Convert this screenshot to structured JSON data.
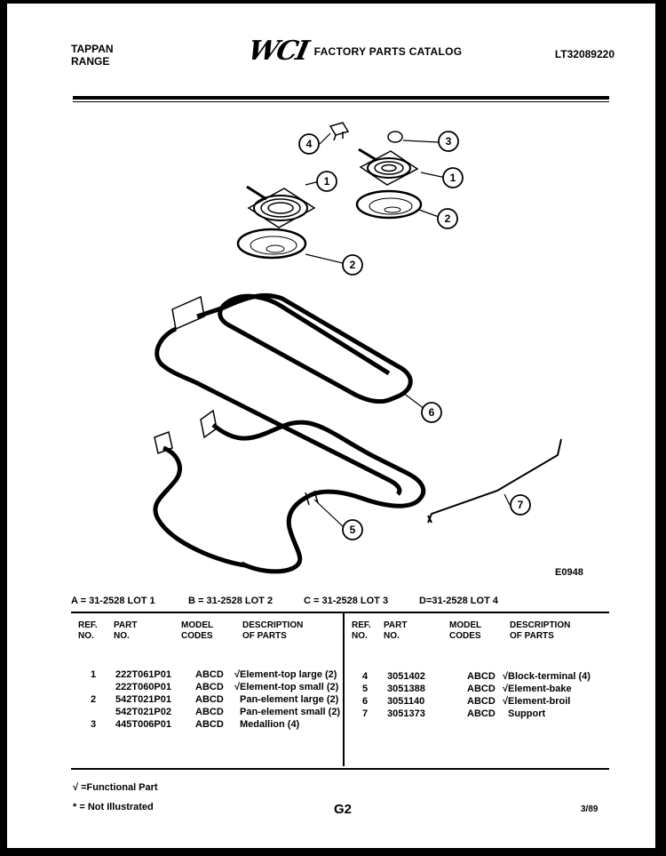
{
  "header": {
    "brand_line1": "TAPPAN",
    "brand_line2": "RANGE",
    "logo_text": "WCI",
    "catalog_title": "FACTORY PARTS CATALOG",
    "model_code": "LT32089220"
  },
  "diagram": {
    "callouts": [
      "1",
      "1",
      "2",
      "2",
      "3",
      "4",
      "5",
      "6",
      "7"
    ],
    "diagram_id": "E0948"
  },
  "lots": [
    {
      "letter": "A",
      "text": "A = 31-2528 LOT 1"
    },
    {
      "letter": "B",
      "text": "B = 31-2528 LOT 2"
    },
    {
      "letter": "C",
      "text": "C = 31-2528 LOT 3"
    },
    {
      "letter": "D",
      "text": "D=31-2528 LOT 4"
    }
  ],
  "table": {
    "headers": {
      "ref": "REF.\nNO.",
      "part": "PART\nNO.",
      "model": "MODEL\nCODES",
      "desc": "DESCRIPTION\nOF PARTS"
    },
    "left_rows": [
      {
        "ref": "1",
        "part": "222T061P01",
        "model": "ABCD",
        "desc": "√Element-top large (2)"
      },
      {
        "ref": "",
        "part": "222T060P01",
        "model": "ABCD",
        "desc": "√Element-top small (2)"
      },
      {
        "ref": "2",
        "part": "542T021P01",
        "model": "ABCD",
        "desc": "Pan-element large (2)"
      },
      {
        "ref": "",
        "part": "542T021P02",
        "model": "ABCD",
        "desc": "Pan-element small (2)"
      },
      {
        "ref": "3",
        "part": "445T006P01",
        "model": "ABCD",
        "desc": "Medallion (4)"
      }
    ],
    "right_rows": [
      {
        "ref": "4",
        "part": "3051402",
        "model": "ABCD",
        "desc": "√Block-terminal (4)"
      },
      {
        "ref": "5",
        "part": "3051388",
        "model": "ABCD",
        "desc": "√Element-bake"
      },
      {
        "ref": "6",
        "part": "3051140",
        "model": "ABCD",
        "desc": "√Element-broil"
      },
      {
        "ref": "7",
        "part": "3051373",
        "model": "ABCD",
        "desc": "Support"
      }
    ]
  },
  "footer": {
    "functional_note": "√ =Functional Part",
    "not_illustrated_note": "* = Not Illustrated",
    "page": "G2",
    "date": "3/89"
  }
}
